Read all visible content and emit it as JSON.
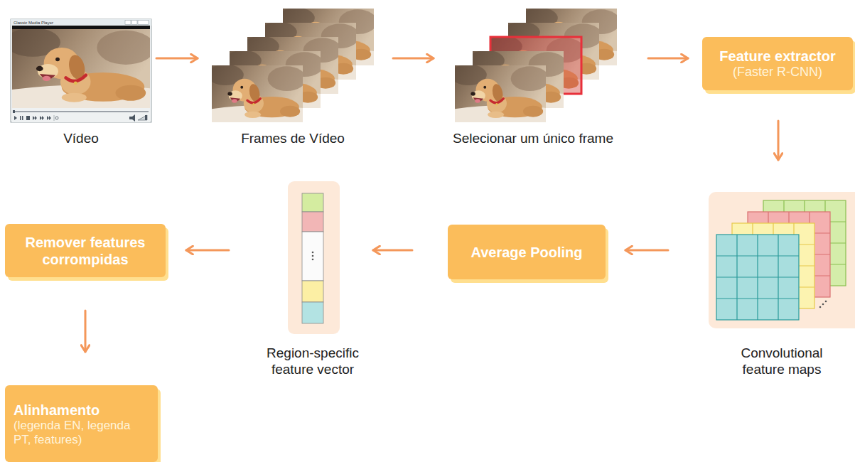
{
  "diagram": {
    "nodes": [
      {
        "text": [
          "Vídeo"
        ]
      },
      {
        "text": [
          "Frames de Vídeo"
        ]
      },
      {
        "text": [
          "Selecionar um único frame"
        ]
      },
      {
        "text": [
          "Feature extractor",
          "(Faster R-CNN)"
        ]
      },
      {
        "text": [
          "Convolutional feature maps"
        ]
      },
      {
        "text": [
          "Average Pooling"
        ]
      },
      {
        "text": [
          "Region-specific feature vector"
        ]
      },
      {
        "text": [
          "Remover features corrompidas"
        ]
      },
      {
        "text": [
          "Alinhamento",
          "(legenda EN, legenda PT, features)"
        ]
      }
    ],
    "edges": [
      {
        "from": 0,
        "to": 1,
        "arrow": "to"
      },
      {
        "from": 1,
        "to": 2,
        "arrow": "to"
      },
      {
        "from": 2,
        "to": 3,
        "arrow": "to"
      },
      {
        "from": 3,
        "to": 4,
        "arrow": "to"
      },
      {
        "from": 4,
        "to": 5,
        "arrow": "to"
      },
      {
        "from": 5,
        "to": 6,
        "arrow": "to"
      },
      {
        "from": 6,
        "to": 7,
        "arrow": "to"
      },
      {
        "from": 7,
        "to": 8,
        "arrow": "to"
      }
    ],
    "labels": [
      "Classic Media Player"
    ]
  }
}
